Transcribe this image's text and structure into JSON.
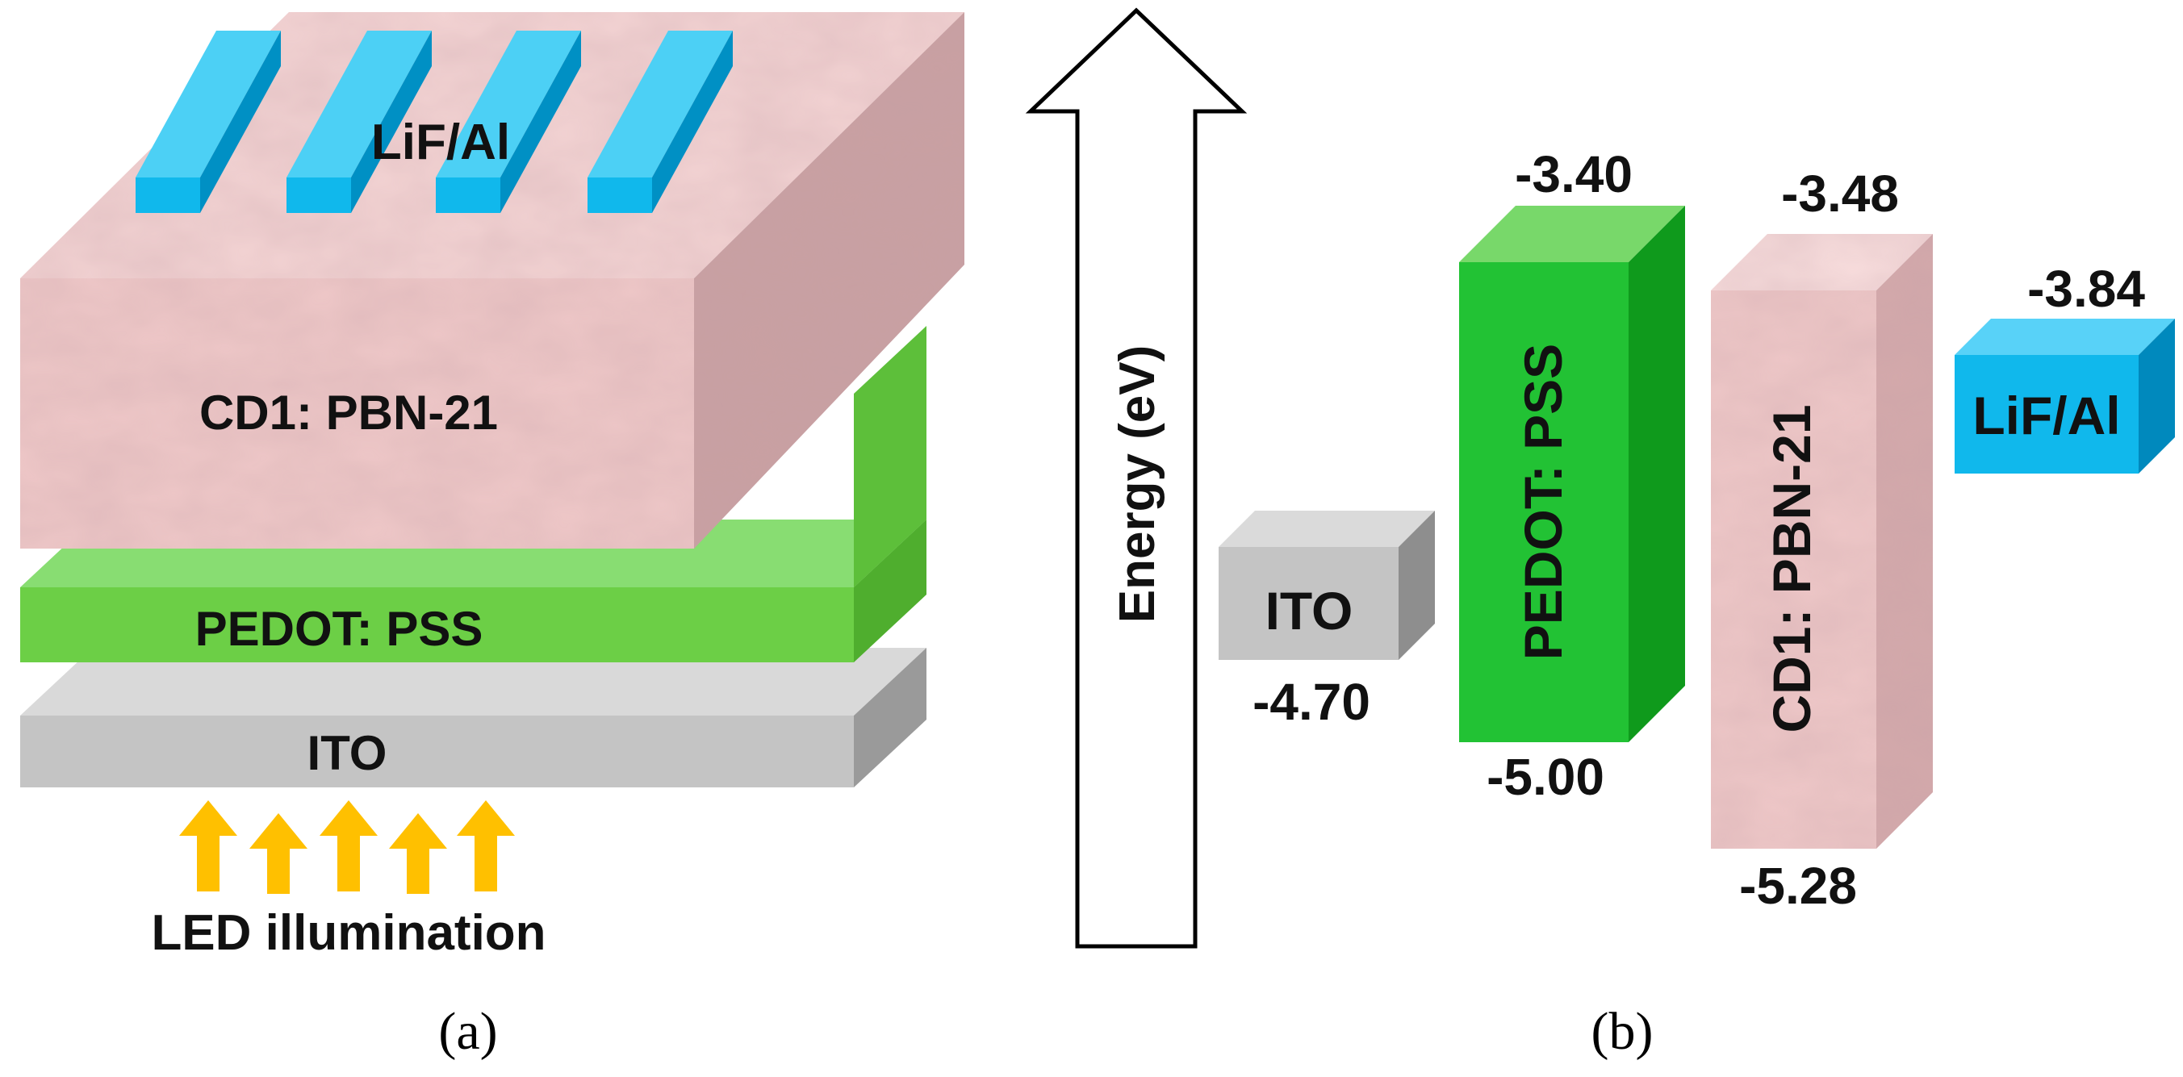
{
  "panel_a": {
    "caption": "(a)",
    "layers": {
      "electrode": "LiF/Al",
      "active": "CD1: PBN-21",
      "htl": "PEDOT: PSS",
      "anode": "ITO"
    },
    "illumination_label": "LED illumination",
    "arrow_count": 5
  },
  "panel_b": {
    "caption": "(b)",
    "axis_label": "Energy (eV)",
    "levels": {
      "ito": {
        "label": "ITO",
        "value": "-4.70"
      },
      "pedot": {
        "label": "PEDOT: PSS",
        "top": "-3.40",
        "bottom": "-5.00"
      },
      "cd1": {
        "label": "CD1: PBN-21",
        "top": "-3.48",
        "bottom": "-5.28"
      },
      "lifal": {
        "label": "LiF/Al",
        "value": "-3.84"
      }
    }
  },
  "colors": {
    "electrode": "#10b8ec",
    "active": "#efc8c8",
    "htl": "#6ccf46",
    "anode": "#c4c4c4",
    "arrow": "#ffc000"
  }
}
